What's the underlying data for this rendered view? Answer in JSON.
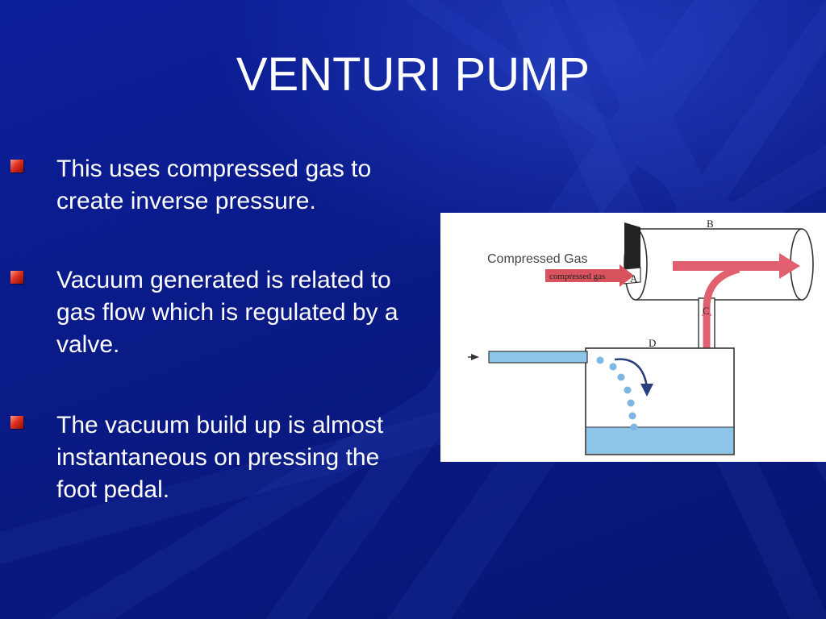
{
  "slide": {
    "title": "VENTURI PUMP",
    "bullets": [
      "This uses compressed gas to create inverse pressure.",
      "Vacuum generated is related to gas flow which is regulated by a valve.",
      "The vacuum build up is almost instantaneous on pressing the foot pedal."
    ]
  },
  "diagram": {
    "label_compressed_gas": "Compressed Gas",
    "arrow_label": "compressed gas",
    "label_a": "A",
    "label_b": "B",
    "label_c": "C",
    "label_d": "D"
  },
  "colors": {
    "background": "#0a1d8c",
    "bullet_marker": "#e0301e",
    "flow_arrow": "#e06070",
    "water": "#8ec6ea"
  }
}
